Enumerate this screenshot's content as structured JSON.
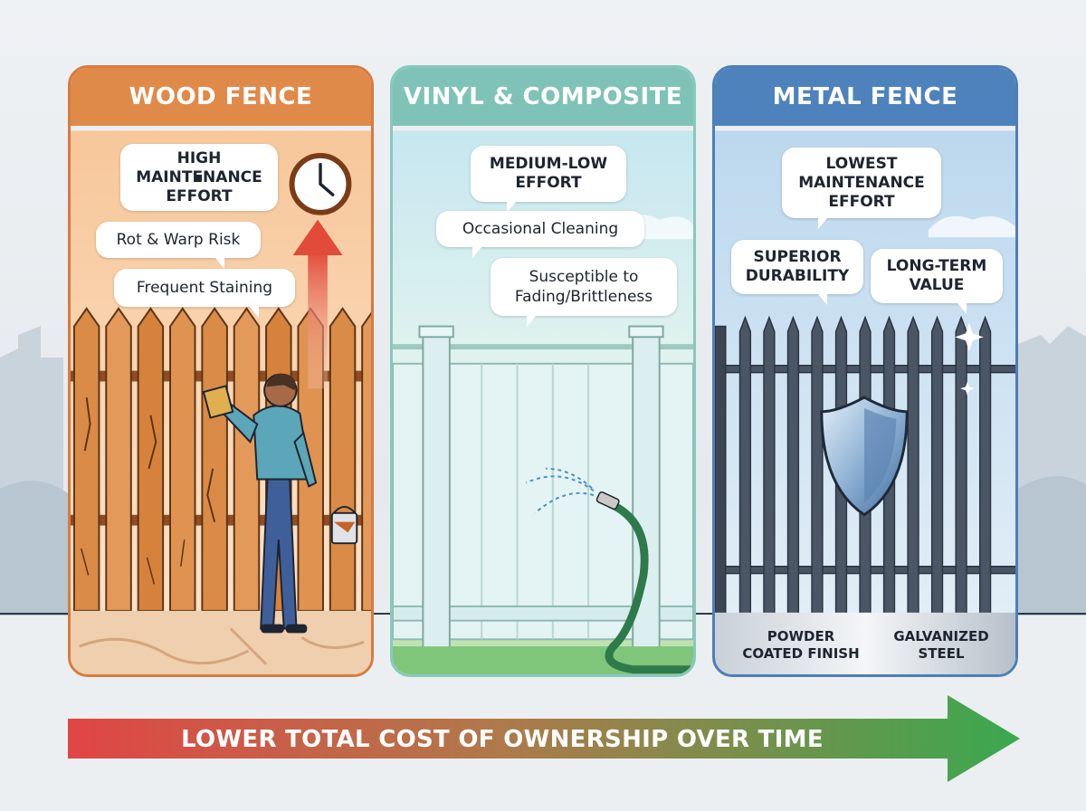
{
  "panels": {
    "wood": {
      "title": "WOOD FENCE",
      "effort": "HIGH MAINTENANCE EFFORT",
      "effort_lines": [
        "HIGH",
        "MAINTENANCE",
        "EFFORT"
      ],
      "points": [
        "Rot & Warp Risk",
        "Frequent Staining"
      ],
      "color": "#e08a4a"
    },
    "vinyl": {
      "title": "VINYL & COMPOSITE",
      "effort_lines": [
        "MEDIUM-LOW",
        "EFFORT"
      ],
      "points": [
        "Occasional Cleaning"
      ],
      "fading_lines": [
        "Susceptible to",
        "Fading/Brittleness"
      ],
      "color": "#7fc3b8"
    },
    "metal": {
      "title": "METAL FENCE",
      "effort_lines": [
        "LOWEST",
        "MAINTENANCE",
        "EFFORT"
      ],
      "durability_lines": [
        "SUPERIOR",
        "DURABILITY"
      ],
      "value_lines": [
        "LONG-TERM",
        "VALUE"
      ],
      "finish_lines": [
        "POWDER",
        "COATED FINISH"
      ],
      "steel_lines": [
        "GALVANIZED",
        "STEEL"
      ],
      "color": "#4e82bd"
    }
  },
  "banner": {
    "text": "LOWER TOTAL COST OF OWNERSHIP OVER TIME",
    "start_color": "#e04545",
    "end_color": "#3aa84f"
  },
  "icons": [
    "clock-icon",
    "up-arrow-icon",
    "person-icon",
    "paint-can-icon",
    "hose-icon",
    "shield-icon",
    "sparkle-icon"
  ]
}
